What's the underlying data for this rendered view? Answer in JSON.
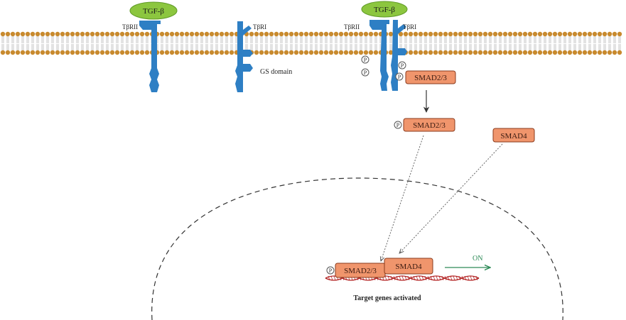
{
  "colors": {
    "ligand": "#8cc63f",
    "receptor": "#2e7fc4",
    "smad": "#f0956c",
    "smad_border": "#8a3a1c",
    "membrane_head": "#c88a2e",
    "dna_strand": "#b22222",
    "arrow_on": "#2e8b57"
  },
  "ligands": {
    "left": "TGF-β",
    "right": "TGF-β"
  },
  "receptors": {
    "tbrII_left": "TβRII",
    "tbrI_middle": "TβRI",
    "tbrII_right": "TβRII",
    "tbrI_right": "TβRI",
    "gs_domain": "GS domain"
  },
  "phospho": {
    "symbol": "P"
  },
  "smads": {
    "smad23_receptor": "SMAD2/3",
    "smad23_cytoplasm": "SMAD2/3",
    "smad4_cytoplasm": "SMAD4",
    "smad23_nucleus": "SMAD2/3",
    "smad4_nucleus": "SMAD4"
  },
  "nucleus": {
    "on_label": "ON",
    "target_genes": "Target genes activated"
  },
  "icons": [
    "phosphate-icon",
    "arrow-icon",
    "dna-icon"
  ]
}
